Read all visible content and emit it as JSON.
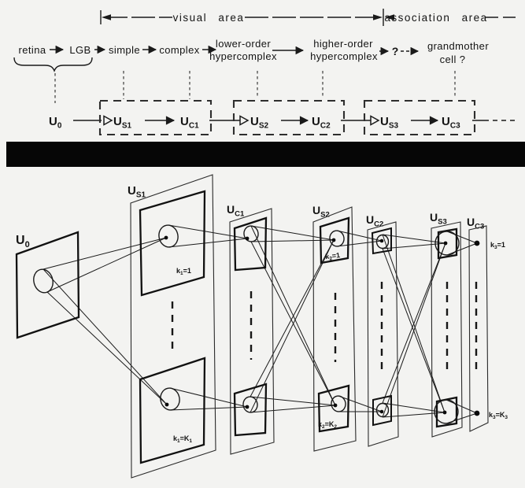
{
  "figure": {
    "background_color": "#f3f3f1",
    "ink_color": "#1a1a1a"
  },
  "header": {
    "visual_area_label": "visual area",
    "association_area_label": "association area",
    "stages": {
      "retina": "retina",
      "lgb": "LGB",
      "simple": "simple",
      "complex": "complex",
      "lower_order_line1": "lower-order",
      "lower_order_line2": "hypercomplex",
      "higher_order_line1": "higher-order",
      "higher_order_line2": "hypercomplex",
      "unknown": "?",
      "grandmother_line1": "grandmother",
      "grandmother_line2": "cell ?"
    }
  },
  "modules": {
    "u0": {
      "main": "U",
      "sub": "0"
    },
    "us1": {
      "main": "U",
      "sub": "S1"
    },
    "uc1": {
      "main": "U",
      "sub": "C1"
    },
    "us2": {
      "main": "U",
      "sub": "S2"
    },
    "uc2": {
      "main": "U",
      "sub": "C2"
    },
    "us3": {
      "main": "U",
      "sub": "S3"
    },
    "uc3": {
      "main": "U",
      "sub": "C3"
    }
  },
  "network": {
    "plane_labels": {
      "k1_first": {
        "base": "k",
        "sub": "1",
        "rest": "=1",
        "rest_sub": ""
      },
      "k1_last": {
        "base": "k",
        "sub": "1",
        "rest": "=K",
        "rest_sub": "1"
      },
      "k2_first": {
        "base": "k",
        "sub": "2",
        "rest": "=1",
        "rest_sub": ""
      },
      "k2_last": {
        "base": "k",
        "sub": "2",
        "rest": "=K",
        "rest_sub": "2"
      },
      "k3_first": {
        "base": "k",
        "sub": "3",
        "rest": "=1",
        "rest_sub": ""
      },
      "k3_last": {
        "base": "k",
        "sub": "3",
        "rest": "=K",
        "rest_sub": "3"
      }
    }
  }
}
